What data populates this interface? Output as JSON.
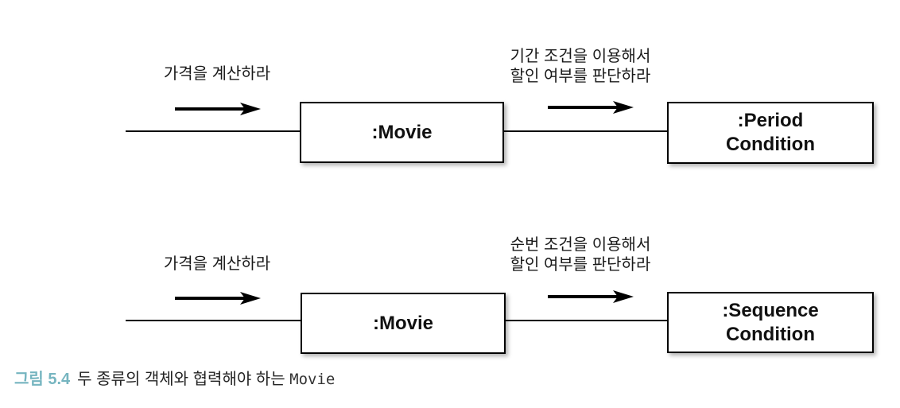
{
  "figure": {
    "caption": {
      "label": "그림 5.4",
      "text": "두 종류의 객체와 협력해야 하는",
      "code": "Movie"
    },
    "colors": {
      "figure_label": "#76b5c0",
      "diagram_ink": "#000000",
      "text": "#222222"
    },
    "diagrams": [
      {
        "id": "period-collaboration",
        "request_message": "가격을 계산하라",
        "delegated_message_line1": "기간 조건을 이용해서",
        "delegated_message_line2": "할인 여부를 판단하라",
        "source_object": ":Movie",
        "target_object_line1": ":Period",
        "target_object_line2": "Condition"
      },
      {
        "id": "sequence-collaboration",
        "request_message": "가격을 계산하라",
        "delegated_message_line1": "순번 조건을 이용해서",
        "delegated_message_line2": "할인 여부를 판단하라",
        "source_object": ":Movie",
        "target_object_line1": ":Sequence",
        "target_object_line2": "Condition"
      }
    ]
  }
}
